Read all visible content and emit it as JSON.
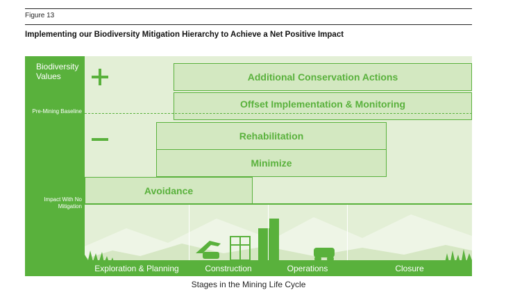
{
  "figure_label": "Figure 13",
  "title": "Implementing our Biodiversity Mitigation Hierarchy to Achieve a Net Positive Impact",
  "sidebar": {
    "top_label": "Biodiversity Values",
    "baseline_label": "Pre-Mining Baseline",
    "impact_label": "Impact With No Mitigation"
  },
  "bars": {
    "additional": "Additional Conservation Actions",
    "offset": "Offset Implementation & Monitoring",
    "rehabilitation": "Rehabilitation",
    "minimize": "Minimize",
    "avoidance": "Avoidance"
  },
  "stages": [
    "Exploration & Planning",
    "Construction",
    "Operations",
    "Closure"
  ],
  "caption": "Stages in the Mining Life Cycle",
  "colors": {
    "green": "#59b13c",
    "light_green": "#d3e8c1",
    "bg": "#e3efd6"
  },
  "icons": [
    "plus-icon",
    "minus-icon"
  ]
}
